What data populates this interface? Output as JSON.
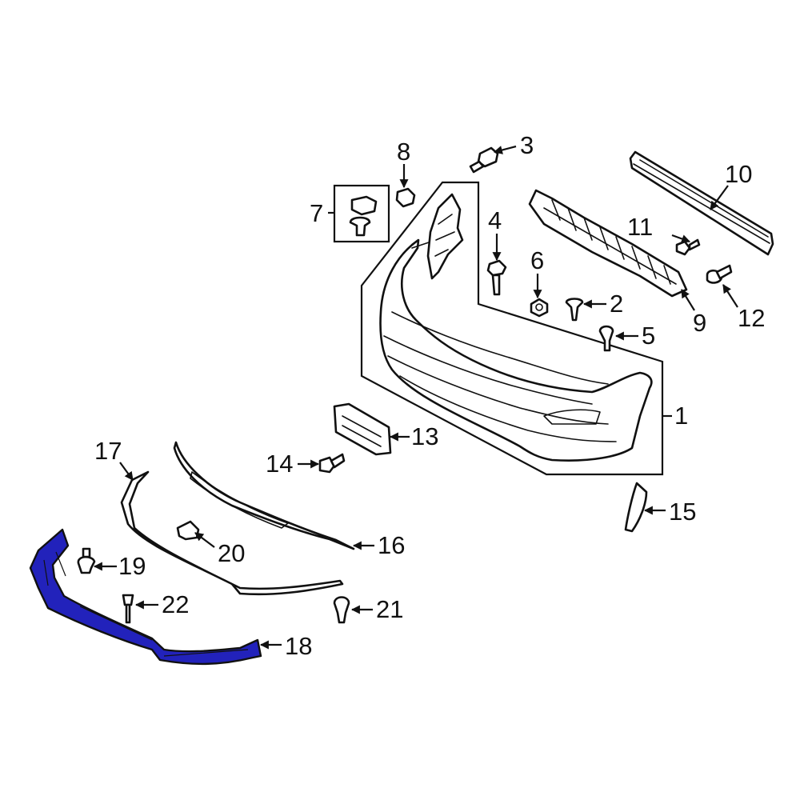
{
  "colors": {
    "line": "#111111",
    "highlight": "#2222bb",
    "background": "#ffffff"
  },
  "callouts": {
    "c1": "1",
    "c2": "2",
    "c3": "3",
    "c4": "4",
    "c5": "5",
    "c6": "6",
    "c7": "7",
    "c8": "8",
    "c9": "9",
    "c10": "10",
    "c11": "11",
    "c12": "12",
    "c13": "13",
    "c14": "14",
    "c15": "15",
    "c16": "16",
    "c17": "17",
    "c18": "18",
    "c19": "19",
    "c20": "20",
    "c21": "21",
    "c22": "22"
  }
}
